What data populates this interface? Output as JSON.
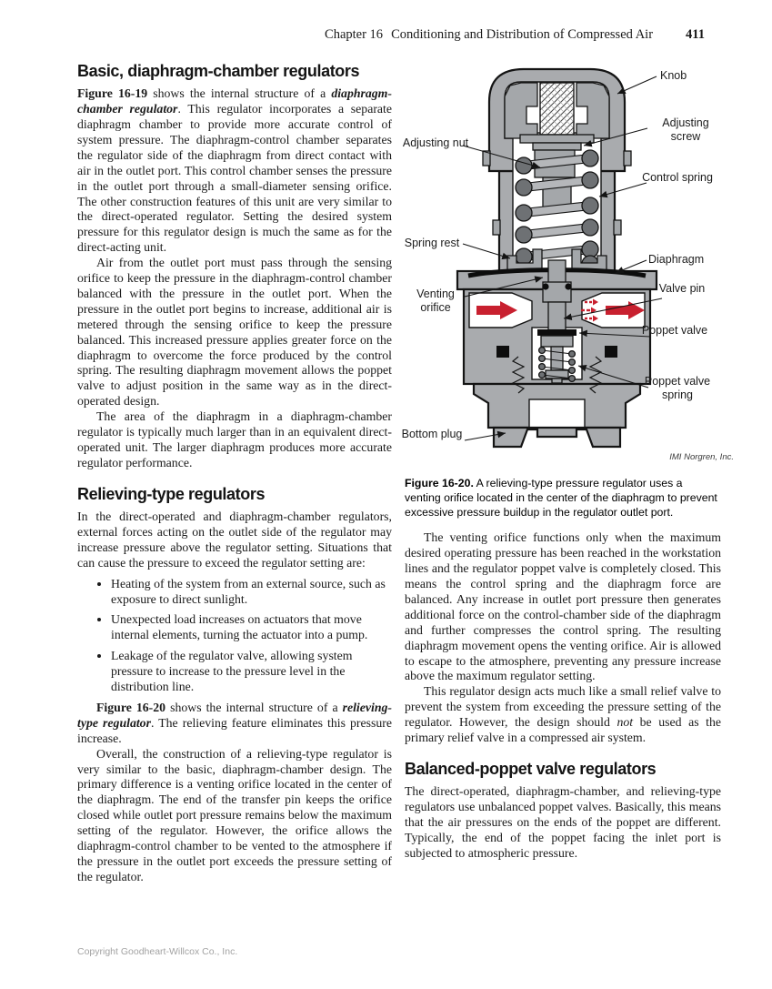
{
  "header": {
    "chapter_label": "Chapter 16",
    "chapter_title": "Conditioning and Distribution of Compressed Air",
    "page_number": "411"
  },
  "left_column": {
    "heading_basic": "Basic, diaphragm-chamber regulators",
    "p1": {
      "lead": "Figure 16-19",
      "s1": " shows the internal structure of a ",
      "term": "diaphragm-chamber regulator",
      "s2": ". This regulator incorporates a separate diaphragm chamber to provide more accurate control of system pressure. The diaphragm-control chamber separates the regulator side of the diaphragm from direct contact with air in the outlet port. This control chamber senses the pressure in the outlet port through a small-diameter sensing orifice. The other construction features of this unit are very similar to the direct-operated regulator. Setting the desired system pressure for this regulator design is much the same as for the direct-acting unit."
    },
    "p2": "Air from the outlet port must pass through the sensing orifice to keep the pressure in the diaphragm-control chamber balanced with the pressure in the outlet port. When the pressure in the outlet port begins to increase, additional air is metered through the sensing orifice to keep the pressure balanced. This increased pressure applies greater force on the diaphragm to overcome the force produced by the control spring. The resulting diaphragm movement allows the poppet valve to adjust position in the same way as in the direct-operated design.",
    "p3": "The area of the diaphragm in a diaphragm-chamber regulator is typically much larger than in an equivalent direct-operated unit. The larger diaphragm produces more accurate regulator performance.",
    "heading_relieving": "Relieving-type regulators",
    "p4": "In the direct-operated and diaphragm-chamber regulators, external forces acting on the outlet side of the regulator may increase pressure above the regulator setting. Situations that can cause the pressure to exceed the regulator setting are:",
    "bullets": [
      "Heating of the system from an external source, such as exposure to direct sunlight.",
      "Unexpected load increases on actuators that move internal elements, turning the actuator into a pump.",
      "Leakage of the regulator valve, allowing system pressure to increase to the pressure level in the distribution line."
    ],
    "p5": {
      "lead": "Figure 16-20",
      "s1": " shows the internal structure of a ",
      "term": "relieving-type regulator",
      "s2": ". The relieving feature eliminates this pressure increase."
    },
    "p6": "Overall, the construction of a relieving-type regulator is very similar to the basic, diaphragm-chamber design. The primary difference is a venting orifice located in the center of the diaphragm. The end of the transfer pin keeps the orifice closed while outlet port pressure remains below the maximum setting of the regulator. However, the orifice allows the diaphragm-control chamber to be vented to the atmosphere if the pressure in the outlet port exceeds the pressure setting of the regulator."
  },
  "figure": {
    "labels": {
      "knob": "Knob",
      "adjusting_screw": "Adjusting screw",
      "adjusting_nut": "Adjusting nut",
      "control_spring": "Control spring",
      "spring_rest": "Spring rest",
      "diaphragm": "Diaphragm",
      "venting_orifice": "Venting orifice",
      "valve_pin": "Valve pin",
      "poppet_valve": "Poppet valve",
      "poppet_valve_spring": "Poppet valve spring",
      "bottom_plug": "Bottom plug"
    },
    "credit": "IMI Norgren, Inc.",
    "caption_lead": "Figure 16-20.",
    "caption_text": " A relieving-type pressure regulator uses a venting orifice located in the center of the diaphragm to prevent excessive pressure buildup in the regulator outlet port."
  },
  "right_column": {
    "p7": "The venting orifice functions only when the maximum desired operating pressure has been reached in the workstation lines and the regulator poppet valve is completely closed. This means the control spring and the diaphragm force are balanced. Any increase in outlet port pressure then generates additional force on the control-chamber side of the diaphragm and further compresses the control spring. The resulting diaphragm movement opens the venting orifice. Air is allowed to escape to the atmosphere, preventing any pressure increase above the maximum regulator setting.",
    "p8": {
      "s1": "This regulator design acts much like a small relief valve to prevent the system from exceeding the pressure setting of the regulator. However, the design should ",
      "em": "not",
      "s2": " be used as the primary relief valve in a compressed air system."
    },
    "heading_balanced": "Balanced-poppet valve regulators",
    "p9": "The direct-operated, diaphragm-chamber, and relieving-type regulators use unbalanced poppet valves. Basically, this means that the air pressures on the ends of the poppet are different. Typically, the end of the poppet facing the inlet port is subjected to atmospheric pressure."
  },
  "footer": {
    "copyright": "Copyright Goodheart-Willcox Co., Inc."
  },
  "colors": {
    "body_gray": "#a9abae",
    "dark_gray": "#6e7174",
    "arrow_red": "#c8202f",
    "outline": "#141414",
    "footer_gray": "#a3a3a3"
  }
}
